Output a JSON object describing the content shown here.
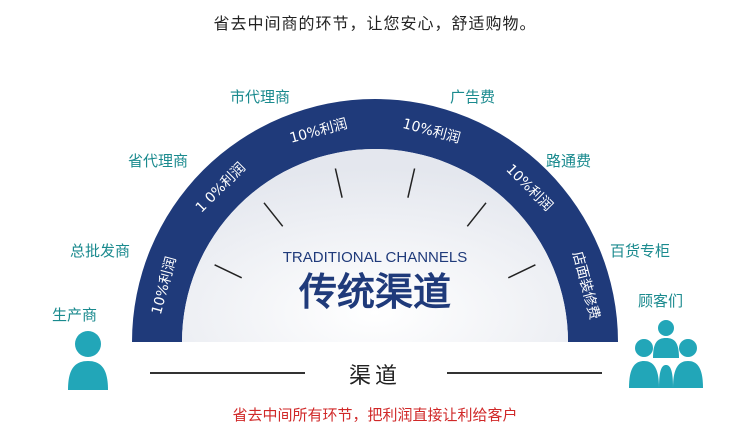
{
  "headline": "省去中间商的环节，让您安心，舒适购物。",
  "arch": {
    "subtitle": "TRADITIONAL CHANNELS",
    "title": "传统渠道",
    "segments": [
      {
        "text": "10%利润"
      },
      {
        "text": "1 0%利润"
      },
      {
        "text": "10%利润"
      },
      {
        "text": "10%利润"
      },
      {
        "text": "10%利润"
      },
      {
        "text": "店面装修费"
      }
    ]
  },
  "channels": {
    "producer": "生产商",
    "wholesaler": "总批发商",
    "provincial_agent": "省代理商",
    "city_agent": "市代理商",
    "advertising": "广告费",
    "road_toll": "路通费",
    "store_counter": "百货专柜",
    "customers": "顾客们"
  },
  "bottom": {
    "label": "渠道",
    "note": "省去中间所有环节，把利润直接让利给客户"
  },
  "colors": {
    "arch": "#1f3a7a",
    "label": "#1a8a8e",
    "icon": "#22a6b8",
    "note": "#d02828"
  }
}
